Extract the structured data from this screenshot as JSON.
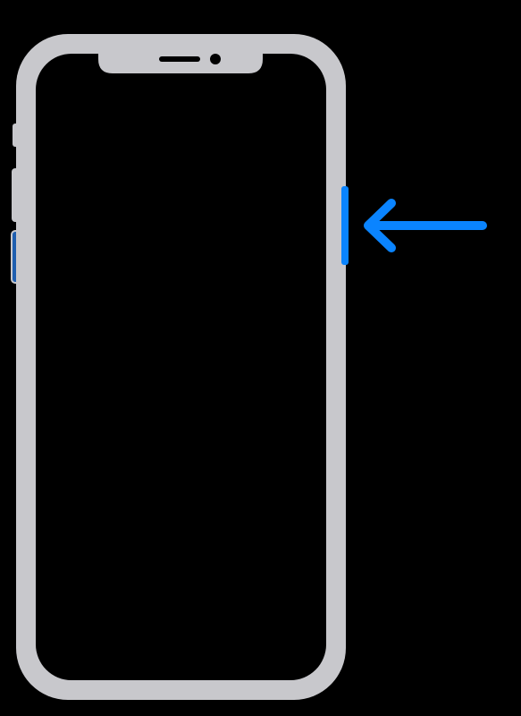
{
  "diagram": {
    "subject": "phone",
    "highlighted_control": "side-button",
    "indicator": "arrow-pointing-left",
    "colors": {
      "background": "#000000",
      "phone_frame": "#c8c8cc",
      "phone_screen": "#000000",
      "highlight": "#0a84ff",
      "secondary_highlight": "#1f5fb0"
    },
    "icons": {
      "arrow": "arrow-left-icon",
      "speaker": "speaker-grille-icon",
      "camera": "front-camera-icon"
    }
  }
}
